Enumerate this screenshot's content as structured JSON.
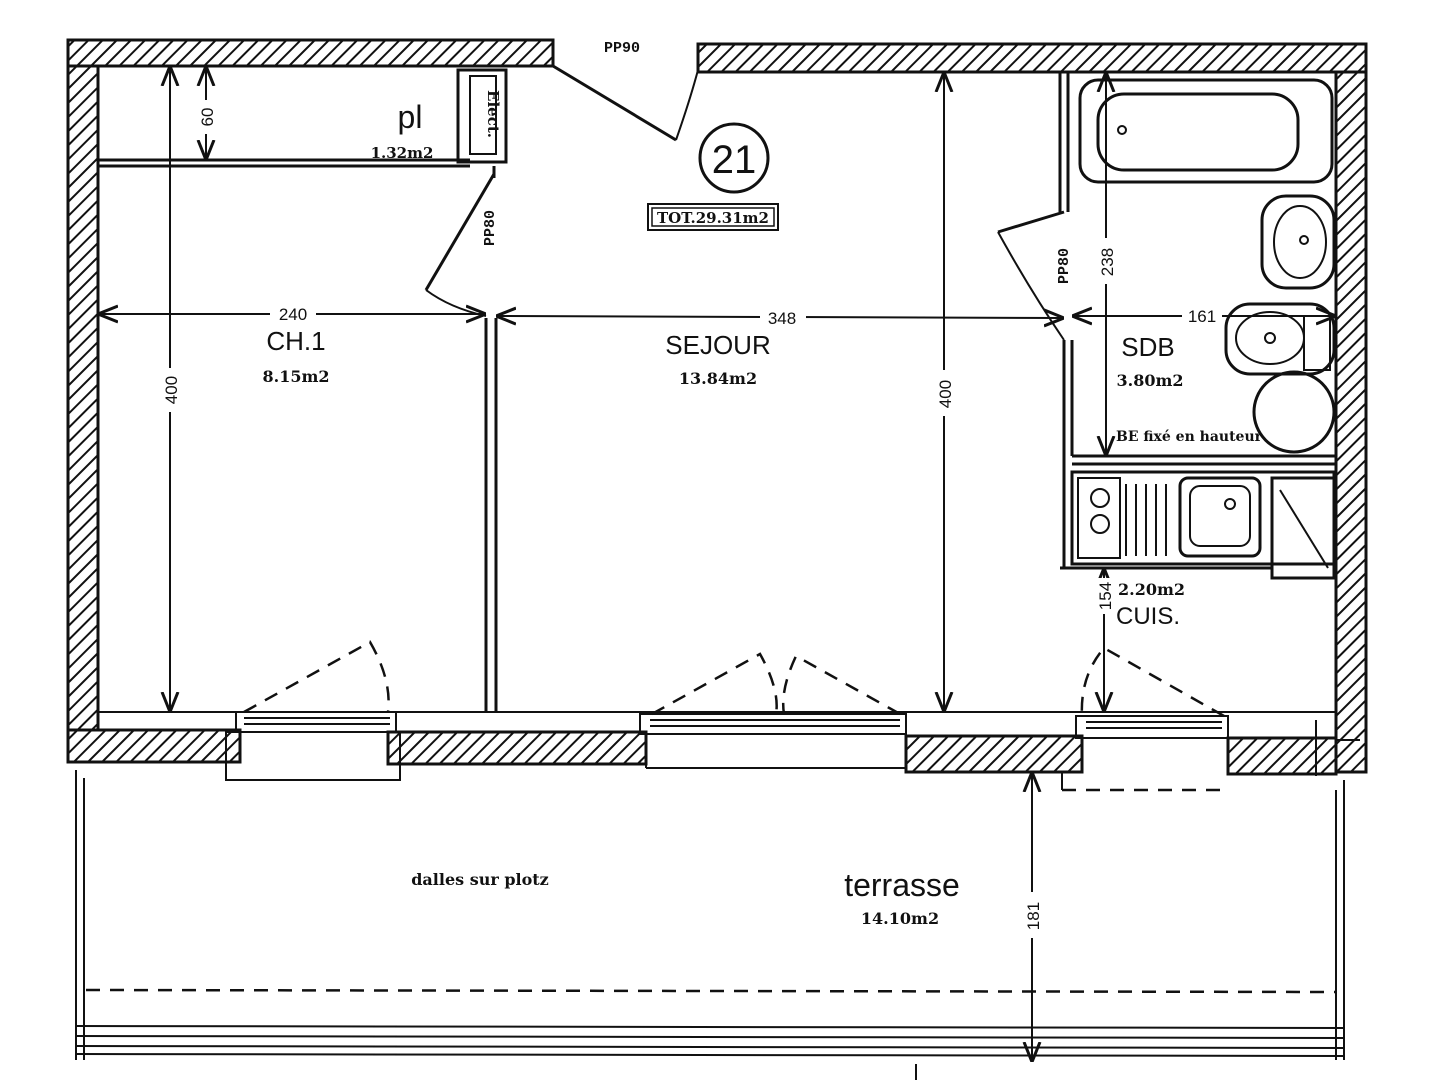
{
  "apartment": {
    "number": "21",
    "total_area": "TOT.29.31m2"
  },
  "rooms": {
    "placard": {
      "name": "pl",
      "area": "1.32m2"
    },
    "elect": {
      "name": "Elect."
    },
    "chambre": {
      "name": "CH.1",
      "area": "8.15m2"
    },
    "sejour": {
      "name": "SEJOUR",
      "area": "13.84m2"
    },
    "sdb": {
      "name": "SDB",
      "area": "3.80m2"
    },
    "cuisine": {
      "name": "CUIS.",
      "area": "2.20m2"
    },
    "terrasse": {
      "name": "terrasse",
      "area": "14.10m2",
      "note": "dalles sur plotz"
    }
  },
  "doors": {
    "entry": "PP90",
    "bedroom": "PP80",
    "bathroom": "PP80"
  },
  "dimensions": {
    "closet_depth": "60",
    "bedroom_width": "240",
    "sejour_width": "348",
    "sdb_width": "161",
    "bedroom_depth": "400",
    "sejour_depth": "400",
    "sdb_depth": "238",
    "kitchen_depth": "154",
    "terrace_depth": "181"
  },
  "notes": {
    "sdb_fixture": "BE fixé en hauteur"
  },
  "colors": {
    "ink": "#111111",
    "paper": "#ffffff"
  }
}
